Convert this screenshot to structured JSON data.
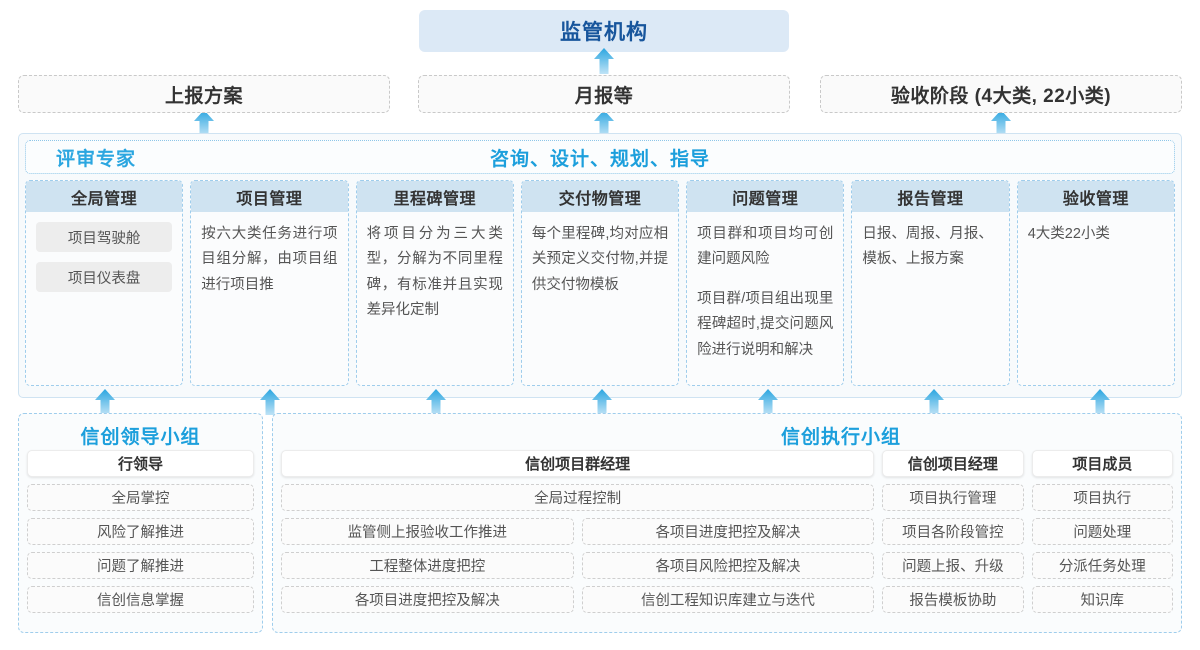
{
  "top": {
    "regulator": "监管机构",
    "reports": [
      {
        "label": "上报方案"
      },
      {
        "label": "月报等"
      },
      {
        "label": "验收阶段 (4大类, 22小类)"
      }
    ]
  },
  "consulting": {
    "left_label": "评审专家",
    "center_label": "咨询、设计、规划、指导",
    "columns": [
      {
        "title": "全局管理",
        "chips": [
          "项目驾驶舱",
          "项目仪表盘"
        ],
        "paragraphs": []
      },
      {
        "title": "项目管理",
        "chips": [],
        "paragraphs": [
          "按六大类任务进行项目组分解，由项目组进行项目推"
        ]
      },
      {
        "title": "里程碑管理",
        "chips": [],
        "paragraphs": [
          "将项目分为三大类型，分解为不同里程碑，有标准并且实现差异化定制"
        ]
      },
      {
        "title": "交付物管理",
        "chips": [],
        "paragraphs": [
          "每个里程碑,均对应相关预定义交付物,并提供交付物模板"
        ]
      },
      {
        "title": "问题管理",
        "chips": [],
        "paragraphs": [
          "项目群和项目均可创建问题风险",
          "项目群/项目组出现里程碑超时,提交问题风险进行说明和解决"
        ]
      },
      {
        "title": "报告管理",
        "chips": [],
        "paragraphs": [
          "日报、周报、月报、模板、上报方案"
        ]
      },
      {
        "title": "验收管理",
        "chips": [],
        "paragraphs": [
          "4大类22小类"
        ]
      }
    ]
  },
  "bottom": {
    "leading_group": {
      "title": "信创领导小组",
      "role": "行领导",
      "tasks": [
        "全局掌控",
        "风险了解推进",
        "问题了解推进",
        "信创信息掌握"
      ]
    },
    "exec_group": {
      "title": "信创执行小组",
      "program_manager": {
        "role": "信创项目群经理",
        "full_width_task": "全局过程控制",
        "left_tasks": [
          "监管侧上报验收工作推进",
          "工程整体进度把控",
          "各项目进度把控及解决"
        ],
        "right_tasks": [
          "各项目进度把控及解决",
          "各项目风险把控及解决",
          "信创工程知识库建立与迭代"
        ]
      },
      "project_manager": {
        "role": "信创项目经理",
        "tasks": [
          "项目执行管理",
          "项目各阶段管控",
          "问题上报、升级",
          "报告模板协助"
        ]
      },
      "project_member": {
        "role": "项目成员",
        "tasks": [
          "项目执行",
          "问题处理",
          "分派任务处理",
          "知识库"
        ]
      }
    }
  },
  "arrows": {
    "to_regulator_count": 3,
    "to_reports_count": 3,
    "to_consulting_count": 7,
    "color": "#2ba6e0"
  }
}
